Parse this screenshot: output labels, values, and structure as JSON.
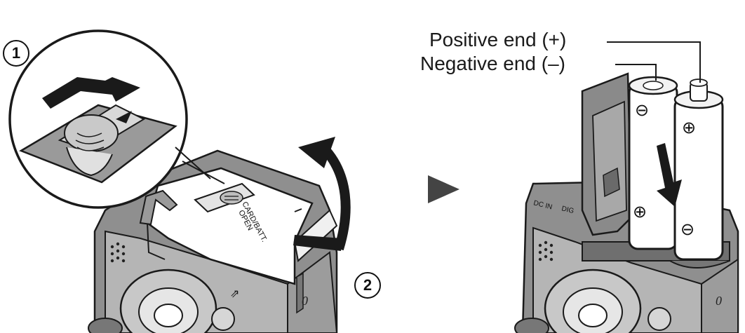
{
  "steps": {
    "step1": "1",
    "step2": "2"
  },
  "camera_switch": {
    "text_line1": "CARD/BATT.",
    "text_line2": "OPEN"
  },
  "terminals": {
    "dc_in": "DC IN",
    "dig": "DIG"
  },
  "callouts": {
    "positive": "Positive end (+)",
    "negative": "Negative end (–)"
  },
  "battery_marks": {
    "plus": "⊕",
    "minus": "⊖"
  },
  "colors": {
    "body_gray": "#9a9a9a",
    "light_gray": "#dcdcdc",
    "outline": "#1a1a1a"
  }
}
